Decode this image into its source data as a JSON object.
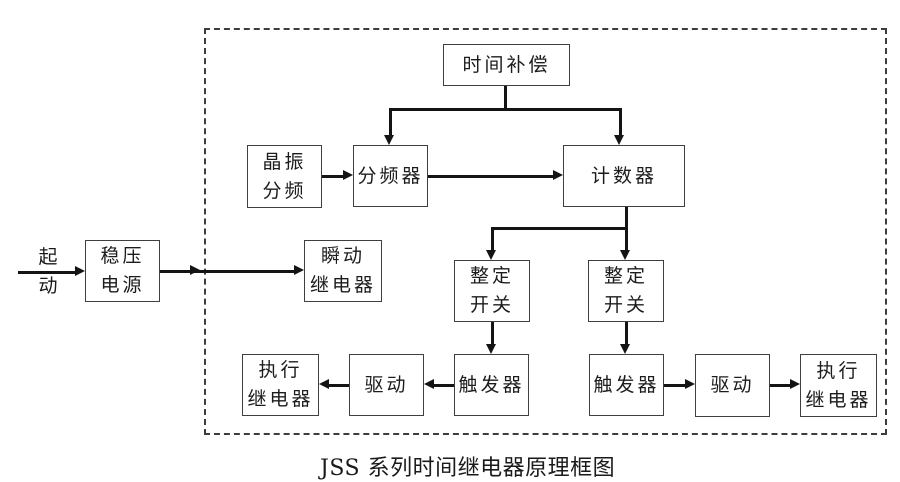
{
  "diagram": {
    "caption": "JSS 系列时间继电器原理框图",
    "start_label": "起\n动",
    "blocks": {
      "time_compensation": "时间补偿",
      "crystal_divider": "晶振\n分频",
      "frequency_divider": "分频器",
      "counter": "计数器",
      "regulated_power_supply": "稳压\n电源",
      "instantaneous_relay": "瞬动\n继电器",
      "setting_switch_left": "整定\n开关",
      "setting_switch_right": "整定\n开关",
      "trigger_left": "触发器",
      "trigger_right": "触发器",
      "drive_left": "驱动",
      "drive_right": "驱动",
      "executive_relay_left": "执行\n继电器",
      "executive_relay_right": "执行\n继电器"
    },
    "colors": {
      "background": "#ffffff",
      "box_border": "#3f3f3f",
      "connector_line": "#141414",
      "dashed_frame": "#3d3d3d",
      "text": "#1a1a1a"
    }
  }
}
